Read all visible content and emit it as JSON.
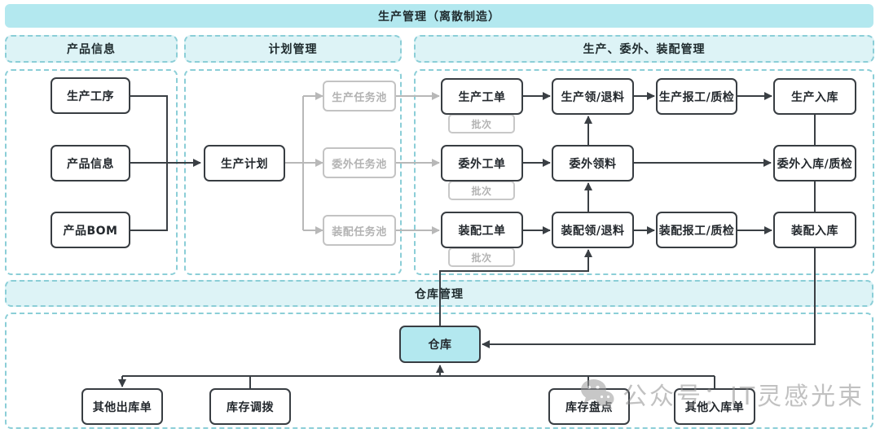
{
  "banner": {
    "title": "生产管理（离散制造）"
  },
  "sections": {
    "product_info": {
      "label": "产品信息"
    },
    "plan": {
      "label": "计划管理"
    },
    "production": {
      "label": "生产、委外、装配管理"
    },
    "warehouse": {
      "label": "仓库管理"
    }
  },
  "nodes": {
    "production_process": {
      "label": "生产工序"
    },
    "product_info": {
      "label": "产品信息"
    },
    "product_bom": {
      "label": "产品BOM"
    },
    "production_plan": {
      "label": "生产计划"
    },
    "production_task_pool": {
      "label": "生产任务池"
    },
    "outsourcing_task_pool": {
      "label": "委外任务池"
    },
    "assembly_task_pool": {
      "label": "装配任务池"
    },
    "production_order": {
      "label": "生产工单"
    },
    "outsourcing_order": {
      "label": "委外工单"
    },
    "assembly_order": {
      "label": "装配工单"
    },
    "batch": {
      "label": "批次"
    },
    "production_issue": {
      "label": "生产领/退料"
    },
    "outsourcing_issue": {
      "label": "委外领料"
    },
    "assembly_issue": {
      "label": "装配领/退料"
    },
    "production_report": {
      "label": "生产报工/质检"
    },
    "assembly_report": {
      "label": "装配报工/质检"
    },
    "production_inbound": {
      "label": "生产入库"
    },
    "outsourcing_inbound": {
      "label": "委外入库/质检"
    },
    "assembly_inbound": {
      "label": "装配入库"
    },
    "warehouse": {
      "label": "仓库"
    },
    "other_outbound": {
      "label": "其他出库单"
    },
    "stock_transfer": {
      "label": "库存调拨"
    },
    "stock_count": {
      "label": "库存盘点"
    },
    "other_inbound": {
      "label": "其他入库单"
    }
  },
  "edges": [
    {
      "from": "生产工序",
      "to": "生产计划"
    },
    {
      "from": "产品信息",
      "to": "生产计划"
    },
    {
      "from": "产品BOM",
      "to": "生产计划"
    },
    {
      "from": "生产计划",
      "to": "生产任务池"
    },
    {
      "from": "生产计划",
      "to": "委外任务池"
    },
    {
      "from": "生产计划",
      "to": "装配任务池"
    },
    {
      "from": "生产任务池",
      "to": "生产工单"
    },
    {
      "from": "委外任务池",
      "to": "委外工单"
    },
    {
      "from": "装配任务池",
      "to": "装配工单"
    },
    {
      "from": "生产工单",
      "to": "生产领/退料"
    },
    {
      "from": "生产领/退料",
      "to": "生产报工/质检"
    },
    {
      "from": "生产报工/质检",
      "to": "生产入库"
    },
    {
      "from": "委外工单",
      "to": "委外领料"
    },
    {
      "from": "委外领料",
      "to": "委外入库/质检"
    },
    {
      "from": "委外领料",
      "to": "生产领/退料"
    },
    {
      "from": "装配工单",
      "to": "装配领/退料"
    },
    {
      "from": "装配领/退料",
      "to": "委外领料"
    },
    {
      "from": "装配领/退料",
      "to": "装配报工/质检"
    },
    {
      "from": "装配报工/质检",
      "to": "装配入库"
    },
    {
      "from": "生产入库",
      "to": "委外入库/质检",
      "style": "plain"
    },
    {
      "from": "委外入库/质检",
      "to": "装配入库",
      "style": "plain"
    },
    {
      "from": "装配入库",
      "to": "仓库"
    },
    {
      "from": "仓库",
      "to": "装配领/退料"
    },
    {
      "from": "仓库",
      "to": "其他出库单"
    },
    {
      "from": "仓库",
      "to": "库存调拨",
      "style": "plain"
    },
    {
      "from": "库存盘点",
      "to": "仓库"
    },
    {
      "from": "其他入库单",
      "to": "仓库"
    }
  ],
  "watermark": {
    "text": "公众号：IT灵感光束"
  },
  "colors": {
    "banner_fill": "#b3e8ef",
    "header_fill": "#ddf3f6",
    "dash_border": "#8bced7",
    "box_border": "#383d42",
    "line": "#3a3f44",
    "gray": "#b8b8b8"
  }
}
